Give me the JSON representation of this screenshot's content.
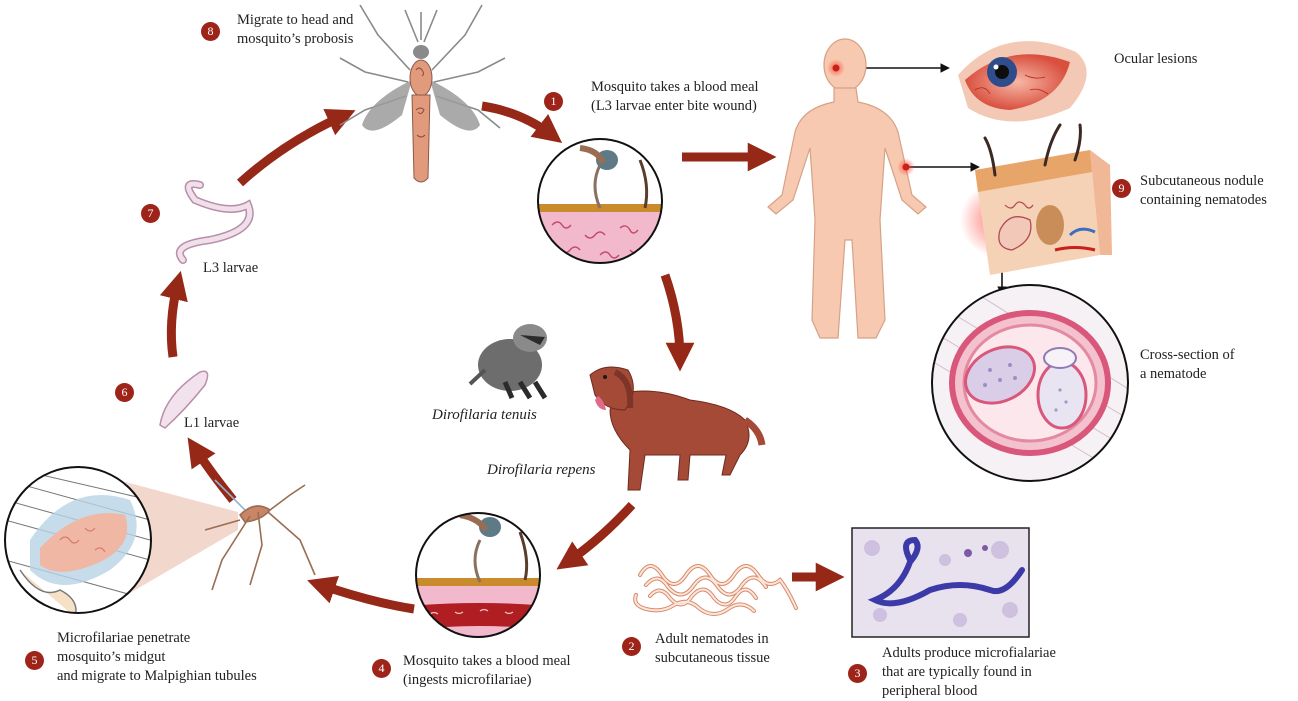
{
  "steps": [
    {
      "num": "1",
      "text": [
        "Mosquito takes a blood meal",
        "(L3 larvae enter bite wound)"
      ]
    },
    {
      "num": "2",
      "text": [
        "Adult nematodes in",
        "subcutaneous tissue"
      ]
    },
    {
      "num": "3",
      "text": [
        "Adults produce microfialariae",
        "that are typically found in",
        "peripheral blood"
      ]
    },
    {
      "num": "4",
      "text": [
        "Mosquito takes a blood meal",
        "(ingests microfilariae)"
      ]
    },
    {
      "num": "5",
      "text": [
        "Microfilariae penetrate",
        "mosquito’s midgut",
        "and migrate to Malpighian tubules"
      ]
    },
    {
      "num": "6",
      "text": [
        "L1 larvae"
      ]
    },
    {
      "num": "7",
      "text": [
        "L3 larvae"
      ]
    },
    {
      "num": "8",
      "text": [
        "Migrate to head and",
        "mosquito’s probosis"
      ]
    },
    {
      "num": "9",
      "text": [
        "Subcutaneous nodule",
        "containing nematodes"
      ]
    }
  ],
  "outcomes": {
    "ocular": "Ocular lesions",
    "cross_section": [
      "Cross-section of",
      "a nematode"
    ]
  },
  "species": {
    "tenuis": "Dirofilaria tenuis",
    "repens": "Dirofilaria repens"
  },
  "colors": {
    "arrow": "#962818",
    "badge": "#9e2419",
    "skin_human": "#f6c9b0",
    "tissue": "#e7a5bd",
    "dog": "#a64a38"
  }
}
